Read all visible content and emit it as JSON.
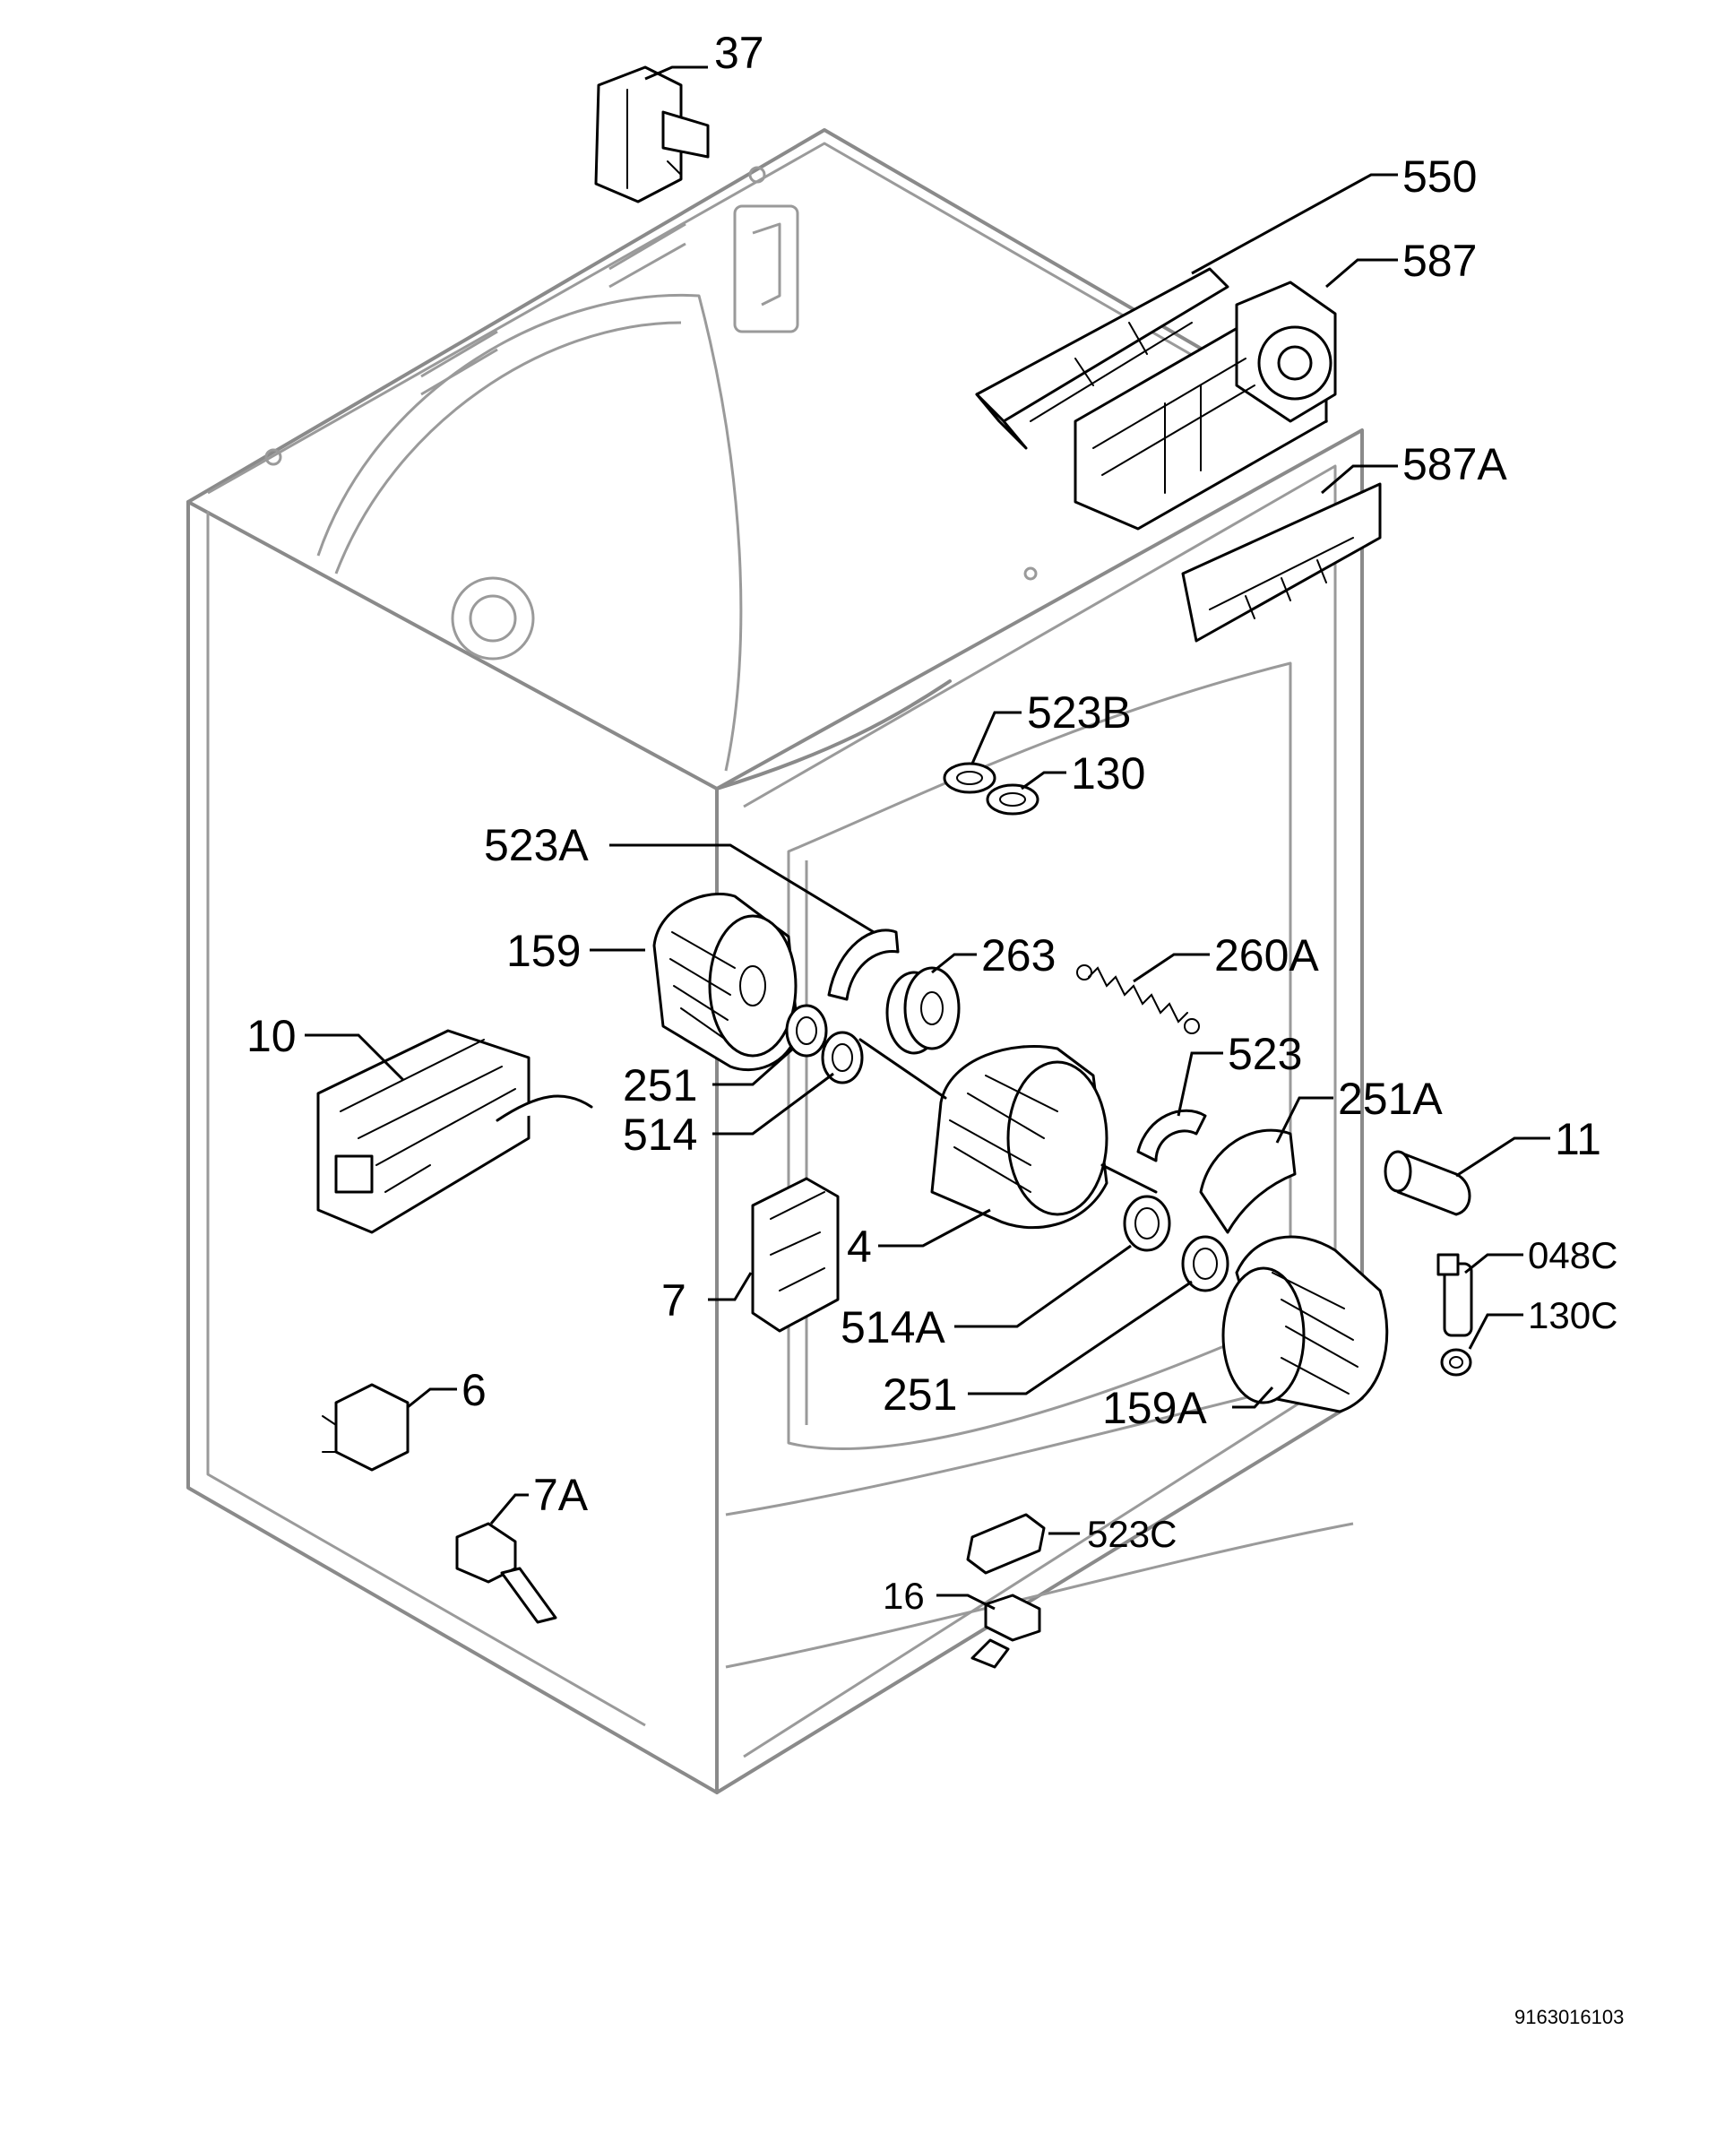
{
  "labels": {
    "p37": "37",
    "p550": "550",
    "p587": "587",
    "p587A": "587A",
    "p523B": "523B",
    "p130": "130",
    "p523A": "523A",
    "p159": "159",
    "p263": "263",
    "p260A": "260A",
    "p10": "10",
    "p251_upper": "251",
    "p514": "514",
    "p523": "523",
    "p251A": "251A",
    "p11": "11",
    "p4": "4",
    "p048C": "048C",
    "p7": "7",
    "p514A": "514A",
    "p130C": "130C",
    "p6": "6",
    "p251_lower": "251",
    "p159A": "159A",
    "p7A": "7A",
    "p523C": "523C",
    "p16": "16"
  },
  "document_number": "9163016103"
}
